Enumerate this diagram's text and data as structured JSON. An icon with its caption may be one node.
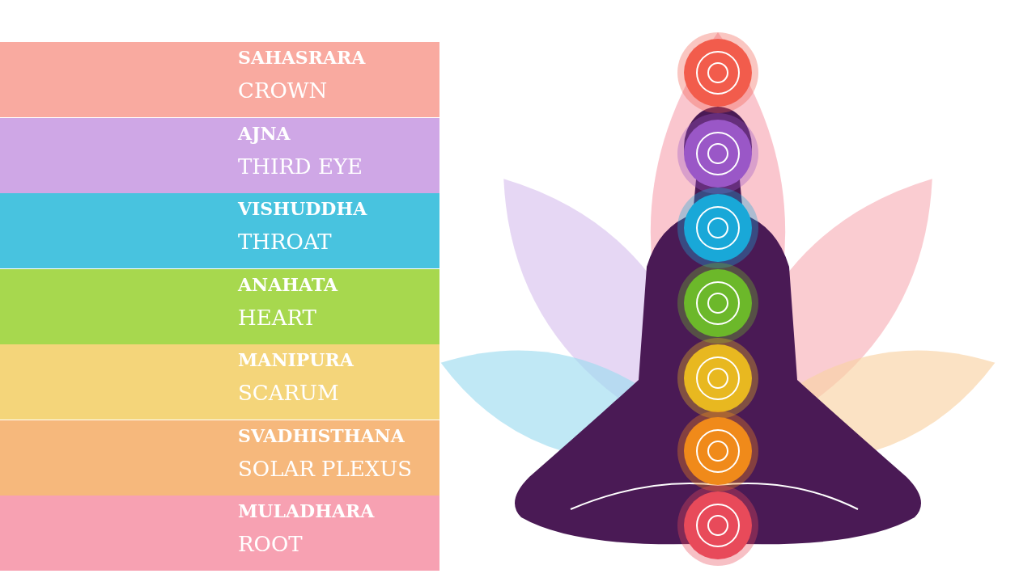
{
  "diagram": {
    "nodes": [
      {
        "text": [
          "SAHASRARA",
          "CROWN"
        ]
      },
      {
        "text": [
          "AJNA",
          "THIRD EYE"
        ]
      },
      {
        "text": [
          "VISHUDDHA",
          "THROAT"
        ]
      },
      {
        "text": [
          "ANAHATA",
          "HEART"
        ]
      },
      {
        "text": [
          "MANIPURA",
          "SCARUM"
        ]
      },
      {
        "text": [
          "SVADHISTHANA",
          "SOLAR PLEXUS"
        ]
      },
      {
        "text": [
          "MULADHARA",
          "ROOT"
        ]
      }
    ]
  }
}
